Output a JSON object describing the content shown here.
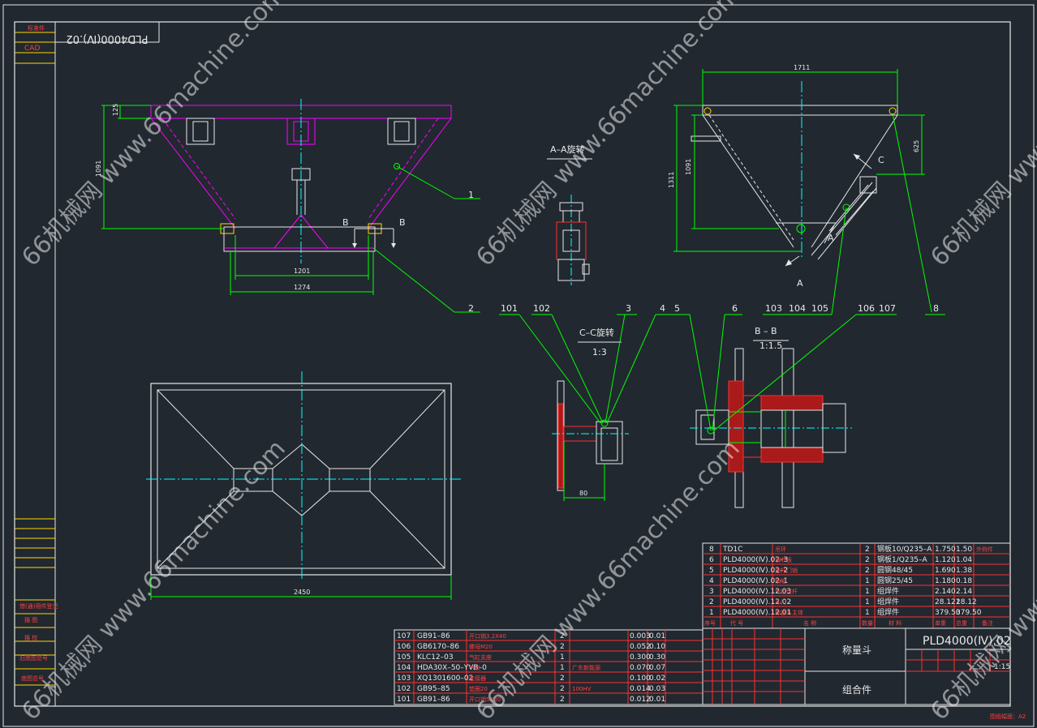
{
  "drawing": {
    "code_box": "PLD4000(Ⅳ).02",
    "cad_label": "CAD",
    "title_code": "PLD4000(Ⅳ).02",
    "title_name": "称量斗",
    "title_type": "组合件",
    "scale": "1:15",
    "sheet_note": "图纸幅面：A2"
  },
  "dims": {
    "top_width": "1711",
    "d125": "125",
    "d1091": "1091",
    "d1201": "1201",
    "d1274": "1274",
    "d1311": "1311",
    "d1091b": "1091",
    "d625": "625",
    "d2450": "2450",
    "d80": "80"
  },
  "labels": {
    "aa": "A–A旋转",
    "cc": "C–C旋转",
    "cc_scale": "1:3",
    "bb": "B – B",
    "bb_scale": "1:1.5",
    "B1": "B",
    "B2": "B",
    "A1": "A",
    "A2": "A",
    "C": "C"
  },
  "balloons": [
    "1",
    "2",
    "101",
    "102",
    "3",
    "4",
    "5",
    "6",
    "103",
    "104",
    "105",
    "106",
    "107",
    "8"
  ],
  "watermark": "66机械网 www.66machine.com",
  "left_strip": [
    "标准件",
    "CAD"
  ],
  "left_strip_lower": [
    "借(通)用件登记",
    "描  图",
    "描  校",
    "旧底图总号",
    "底图总号"
  ],
  "parts_upper": [
    {
      "no": "8",
      "code": "TD1C",
      "name": "吊环",
      "qty": "2",
      "mat": "钢板10/Q235–A",
      "w1": "1.750",
      "w2": "1.50",
      "note": "外购件"
    },
    {
      "no": "6",
      "code": "PLD4000(Ⅳ).02–3",
      "name": "调节板",
      "qty": "2",
      "mat": "钢板1/Q235–A",
      "w1": "1.120",
      "w2": "1.04",
      "note": ""
    },
    {
      "no": "5",
      "code": "PLD4000(Ⅳ).02–2",
      "name": "连杆门销",
      "qty": "2",
      "mat": "圆钢48/45",
      "w1": "1.690",
      "w2": "1.38",
      "note": ""
    },
    {
      "no": "4",
      "code": "PLD4000(Ⅳ).02–1",
      "name": "销轴",
      "qty": "1",
      "mat": "圆钢25/45",
      "w1": "1.180",
      "w2": "0.18",
      "note": ""
    },
    {
      "no": "3",
      "code": "PLD4000(Ⅳ).12.03",
      "name": "气缸连杆",
      "qty": "1",
      "mat": "组焊件",
      "w1": "2.140",
      "w2": "2.14",
      "note": ""
    },
    {
      "no": "2",
      "code": "PLD4000(Ⅳ).12.02",
      "name": "斗门",
      "qty": "1",
      "mat": "组焊件",
      "w1": "28.121",
      "w2": "28.12",
      "note": ""
    },
    {
      "no": "1",
      "code": "PLD4000(Ⅳ).12.01",
      "name": "称量斗主体",
      "qty": "1",
      "mat": "组焊件",
      "w1": "379.50",
      "w2": "379.50",
      "note": ""
    }
  ],
  "parts_upper_header": [
    "序号",
    "代  号",
    "名    称",
    "数量",
    "材    料",
    "单重",
    "总重",
    "备注"
  ],
  "parts_lower": [
    {
      "no": "107",
      "code": "GB91–86",
      "name": "开口销3.2X40",
      "qty": "2",
      "mat": "",
      "w1": "0.003",
      "w2": "0.01"
    },
    {
      "no": "106",
      "code": "GB6170–86",
      "name": "螺母M20",
      "qty": "2",
      "mat": "",
      "w1": "0.052",
      "w2": "0.10"
    },
    {
      "no": "105",
      "code": "KLC12–03",
      "name": "气缸支座",
      "qty": "1",
      "mat": "",
      "w1": "0.300",
      "w2": "0.30"
    },
    {
      "no": "104",
      "code": "HDA30X–50–YVB–0",
      "name": "气缸",
      "qty": "1",
      "mat": "广东新能源",
      "w1": "0.070",
      "w2": "0.07"
    },
    {
      "no": "103",
      "code": "XQ1301600–02",
      "name": "连接器",
      "qty": "2",
      "mat": "",
      "w1": "0.100",
      "w2": "0.02"
    },
    {
      "no": "102",
      "code": "GB95–85",
      "name": "垫圈20",
      "qty": "2",
      "mat": "100HV",
      "w1": "0.014",
      "w2": "0.03"
    },
    {
      "no": "101",
      "code": "GB91–86",
      "name": "开口销5X30",
      "qty": "2",
      "mat": "",
      "w1": "0.012",
      "w2": "0.01"
    }
  ],
  "colors": {
    "bg": "#212830",
    "white": "#e8e8e8",
    "magenta": "#ff00ff",
    "green": "#00ff00",
    "cyan": "#00ffff",
    "red": "#ff3030",
    "yellow": "#ffd700"
  }
}
